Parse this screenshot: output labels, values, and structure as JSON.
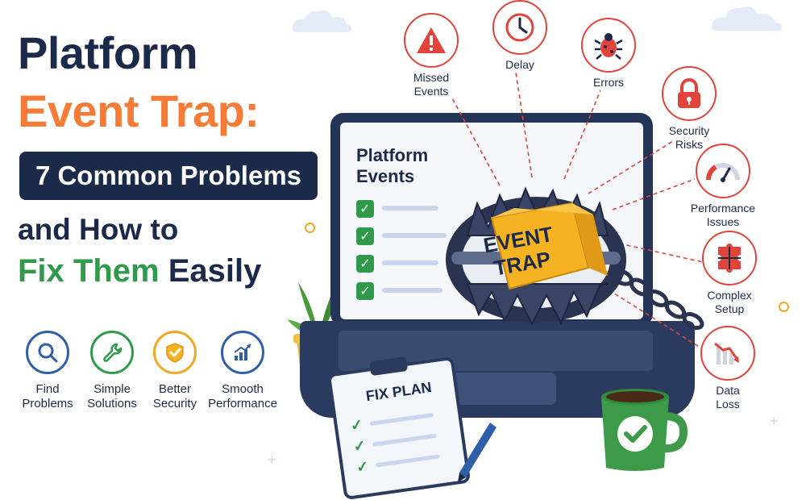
{
  "headline": {
    "line1": "Platform",
    "line2": "Event Trap:",
    "banner": "7 Common Problems",
    "line3": "and How to",
    "line4_green": "Fix Them",
    "line4_navy": "Easily"
  },
  "colors": {
    "navy": "#1c2a4a",
    "orange": "#f47c36",
    "green": "#2f9a4a",
    "red": "#e0443a",
    "trap_box": "#f5b324"
  },
  "benefits": [
    {
      "label1": "Find",
      "label2": "Problems",
      "icon": "magnifier-icon",
      "color": "#2f5fa8"
    },
    {
      "label1": "Simple",
      "label2": "Solutions",
      "icon": "wrench-icon",
      "color": "#2f9a4a"
    },
    {
      "label1": "Better",
      "label2": "Security",
      "icon": "shield-check-icon",
      "color": "#f5a623"
    },
    {
      "label1": "Smooth",
      "label2": "Performance",
      "icon": "chart-up-icon",
      "color": "#2f5fa8"
    }
  ],
  "problems": [
    {
      "label1": "Missed",
      "label2": "Events",
      "icon": "warning-icon"
    },
    {
      "label1": "Delay",
      "label2": "",
      "icon": "clock-icon"
    },
    {
      "label1": "Errors",
      "label2": "",
      "icon": "bug-icon"
    },
    {
      "label1": "Security",
      "label2": "Risks",
      "icon": "lock-icon"
    },
    {
      "label1": "Performance",
      "label2": "Issues",
      "icon": "gauge-icon"
    },
    {
      "label1": "Complex",
      "label2": "Setup",
      "icon": "puzzle-icon"
    },
    {
      "label1": "Data",
      "label2": "Loss",
      "icon": "chart-down-icon"
    }
  ],
  "laptop": {
    "screen_title1": "Platform",
    "screen_title2": "Events",
    "trap_text1": "EVENT",
    "trap_text2": "TRAP"
  },
  "clipboard": {
    "title": "FIX PLAN"
  }
}
